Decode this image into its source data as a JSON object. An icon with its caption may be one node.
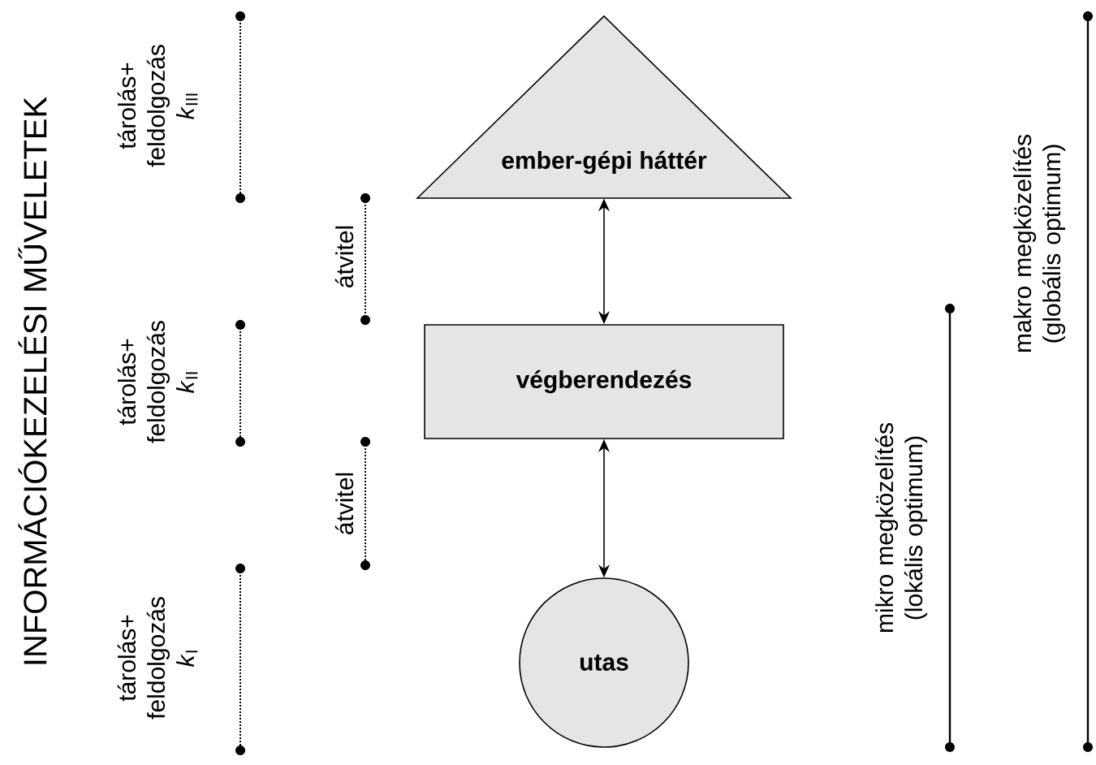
{
  "diagram": {
    "nodes": [
      {
        "text": [
          "ember-gépi háttér"
        ]
      },
      {
        "text": [
          "végberendezés"
        ]
      },
      {
        "text": [
          "utas"
        ]
      }
    ],
    "edges": [
      {
        "from": 0,
        "to": 1,
        "arrow": "both"
      },
      {
        "from": 1,
        "to": 2,
        "arrow": "both"
      }
    ],
    "labels": [
      "INFORMÁCIÓKEZELÉSI MŰVELETEK",
      "tárolás+ feldolgozás *k*$_{III}$",
      "tárolás+ feldolgozás *k*$_{II}$",
      "tárolás+ feldolgozás *k*$_{I}$",
      "átvitel",
      "átvitel",
      "mikro megközelítés (lokális optimum)",
      "makro megközelítés (globális optimum)"
    ]
  }
}
